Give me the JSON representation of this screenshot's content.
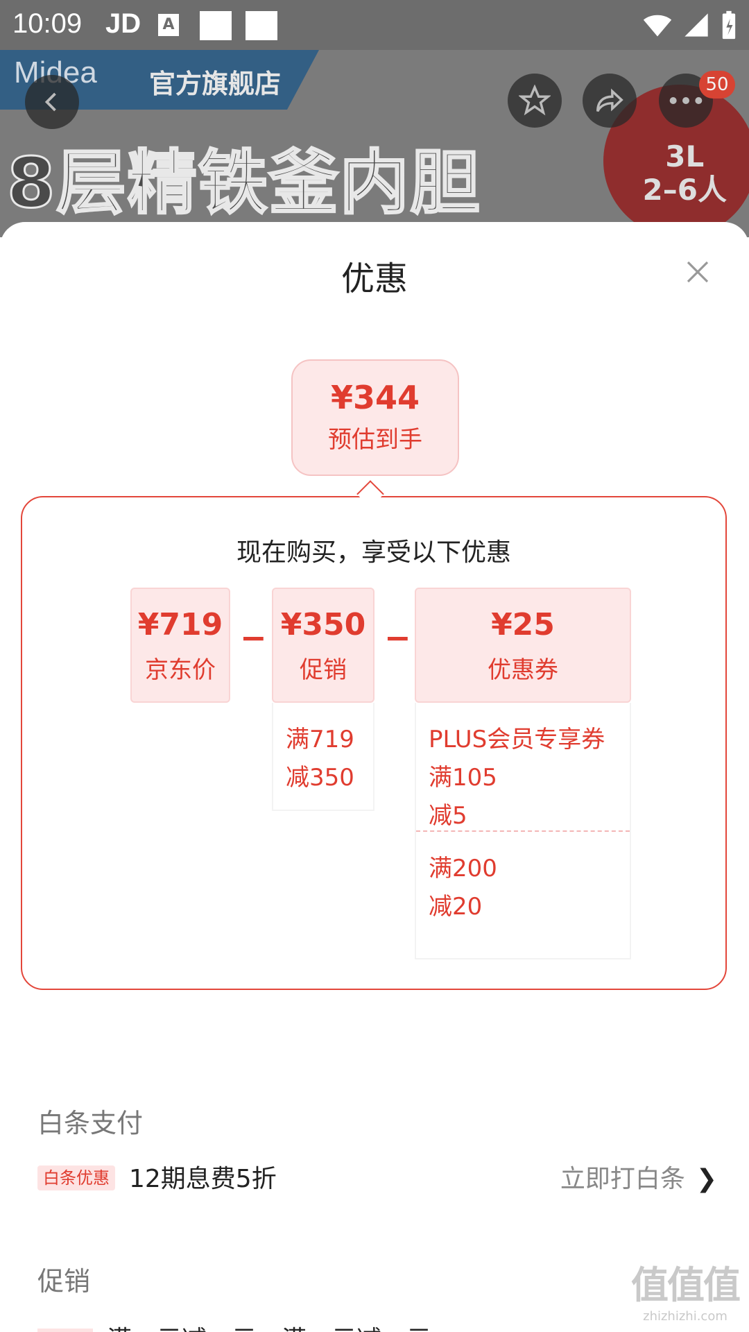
{
  "status_bar": {
    "time": "10:09",
    "app_badge": "JD",
    "a_icon": "A"
  },
  "banner": {
    "brand": "Midea",
    "store_tag": "官方旗舰店",
    "headline": "8层精铁釜内胆",
    "capacity_line1": "3L",
    "capacity_line2": "2–6人",
    "notification_count": "50"
  },
  "sheet": {
    "title": "优惠"
  },
  "estimate": {
    "price": "¥344",
    "label": "预估到手"
  },
  "promo": {
    "heading": "现在购买，享受以下优惠",
    "base": {
      "amount": "¥719",
      "label": "京东价"
    },
    "minus": "−",
    "promotion": {
      "amount": "¥350",
      "label": "促销",
      "detail": "满719\n减350"
    },
    "coupon": {
      "amount": "¥25",
      "label": "优惠券",
      "detail1": "PLUS会员专享券\n满105\n减5",
      "detail2": "满200\n减20"
    }
  },
  "baitiao": {
    "section": "白条支付",
    "tag": "白条优惠",
    "text": "12期息费5折",
    "action": "立即打白条",
    "arrow": "❯"
  },
  "promotion_section": {
    "section": "促销",
    "partial_text": "满…元减…元，满…元减…元"
  },
  "watermark": {
    "big": "值值值",
    "small": "zhizhizhi.com"
  },
  "colors": {
    "accent": "#e03c2f",
    "card_bg": "#fde8e8"
  }
}
